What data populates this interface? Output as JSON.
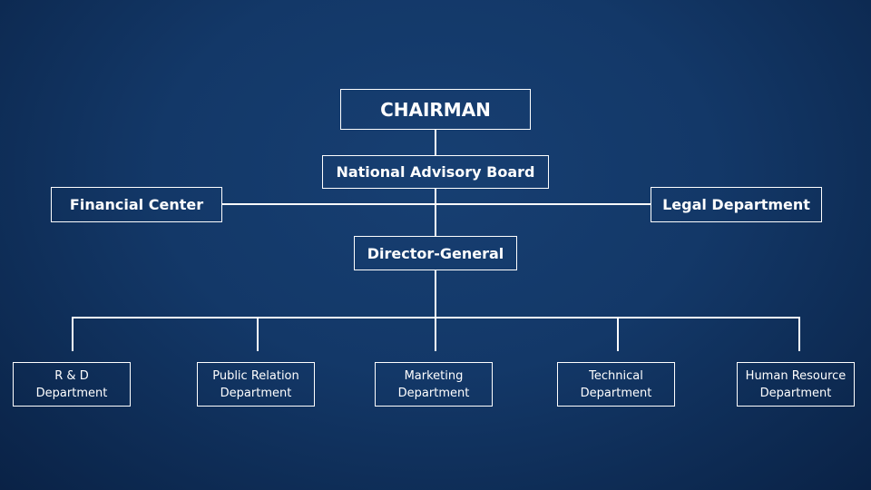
{
  "org_chart": {
    "chairman": "CHAIRMAN",
    "advisory_board": "National Advisory Board",
    "financial_center": "Financial Center",
    "legal_department": "Legal Department",
    "director_general": "Director-General",
    "departments": [
      {
        "line1": "R & D",
        "line2": "Department"
      },
      {
        "line1": "Public Relation",
        "line2": "Department"
      },
      {
        "line1": "Marketing",
        "line2": "Department"
      },
      {
        "line1": "Technical",
        "line2": "Department"
      },
      {
        "line1": "Human Resource",
        "line2": "Department"
      }
    ]
  },
  "colors": {
    "background": "#133868",
    "lines": "#ffffff",
    "text": "#ffffff"
  }
}
